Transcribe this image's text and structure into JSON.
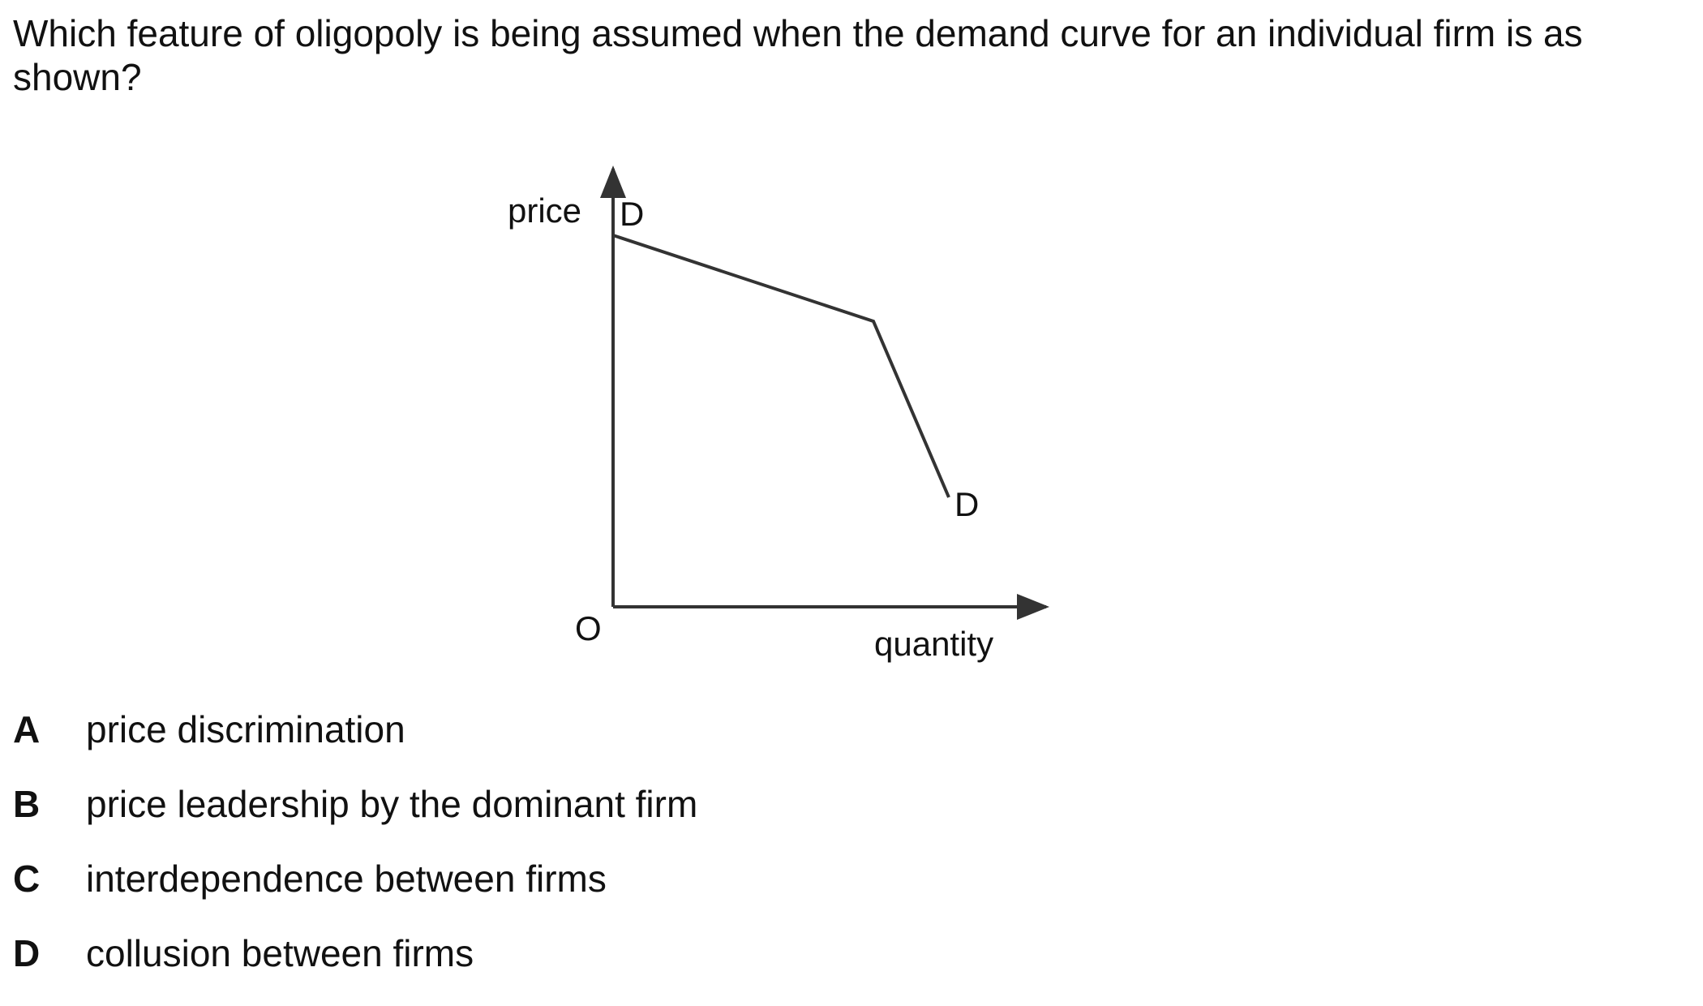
{
  "question": {
    "text": "Which feature of oligopoly is being assumed when the demand curve for an individual firm is as shown?"
  },
  "figure": {
    "y_axis_label": "price",
    "x_axis_label": "quantity",
    "origin_label": "O",
    "curve_start_label": "D",
    "curve_end_label": "D"
  },
  "options": [
    {
      "letter": "A",
      "text": "price discrimination"
    },
    {
      "letter": "B",
      "text": "price leadership by the dominant firm"
    },
    {
      "letter": "C",
      "text": "interdependence between firms"
    },
    {
      "letter": "D",
      "text": "collusion between firms"
    }
  ]
}
